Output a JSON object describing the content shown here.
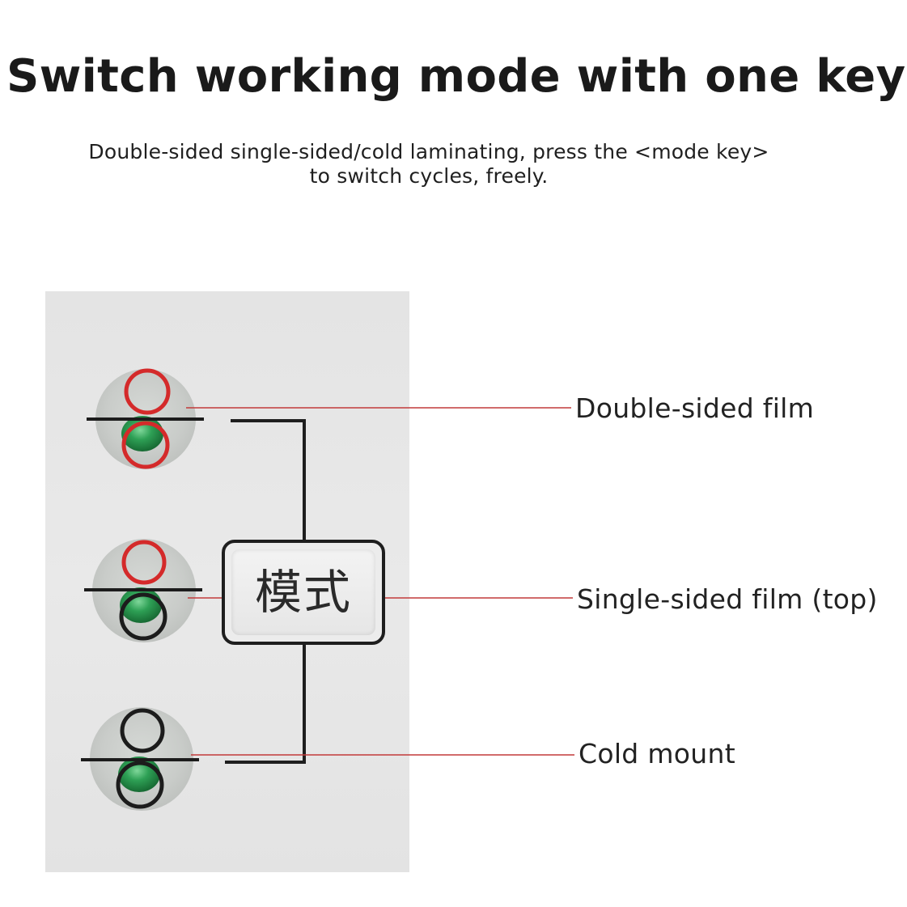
{
  "headline": "Switch working mode with one key",
  "description": {
    "line1": "Double-sided single-sided/cold laminating, press the <mode key>",
    "line2": "to switch cycles, freely."
  },
  "mode_key": {
    "label": "模式"
  },
  "modes": [
    {
      "label": "Double-sided film",
      "indicator": "led-double-sided",
      "top_ring": "red",
      "bottom_ring": "red"
    },
    {
      "label": "Single-sided film (top)",
      "indicator": "led-single-sided",
      "top_ring": "red",
      "bottom_ring": "black"
    },
    {
      "label": "Cold mount",
      "indicator": "led-cold-mount",
      "top_ring": "black",
      "bottom_ring": "black"
    }
  ],
  "colors": {
    "ring_active": "#d42a2a",
    "ring_inactive": "#1c1c1c",
    "led": "#2ea055",
    "leader_line": "#c23a3a",
    "bracket": "#1e1e1e",
    "panel": "#e6e6e6"
  }
}
